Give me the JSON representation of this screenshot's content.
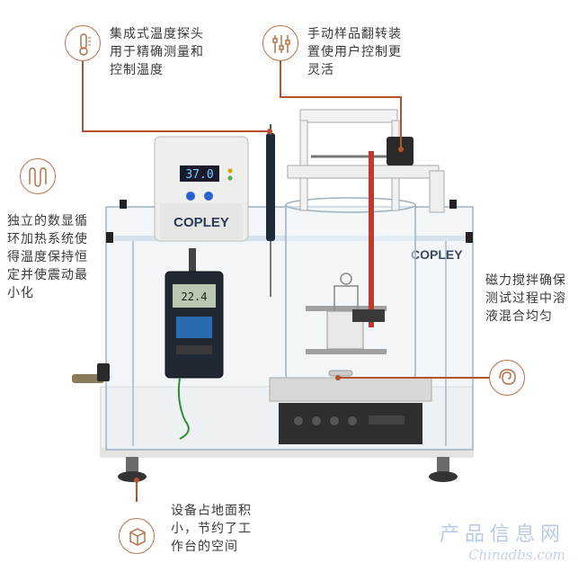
{
  "callouts": {
    "temperature_probe": [
      "集成式温度探头",
      "用于精确测量和",
      "控制温度"
    ],
    "flip_device": [
      "手动样品翻转装",
      "置使用户控制更",
      "灵活"
    ],
    "circulator": [
      "独立的数显循",
      "环加热系统使",
      "得温度保持恒",
      "定并使震动最",
      "小化"
    ],
    "magnetic_stirring": [
      "磁力搅拌确保",
      "测试过程中溶",
      "液混合均匀"
    ],
    "footprint": [
      "设备占地面积",
      "小，节约了工",
      "作台的空间"
    ]
  },
  "device": {
    "heater_display": "37.0",
    "heater_brand": "COPLEY",
    "tank_brand": "COPLEY",
    "meter_display": "22.4"
  },
  "watermark": {
    "cn": "产品信息网",
    "en": "Chinadbs.com"
  },
  "colors": {
    "accent": "#b5724a",
    "leader": "#b5522e",
    "acrylic": "#e6eef4",
    "frame": "#f2f2f0"
  },
  "icons": [
    "thermometer-icon",
    "sliders-icon",
    "coil-icon",
    "spiral-icon",
    "cube-icon"
  ]
}
